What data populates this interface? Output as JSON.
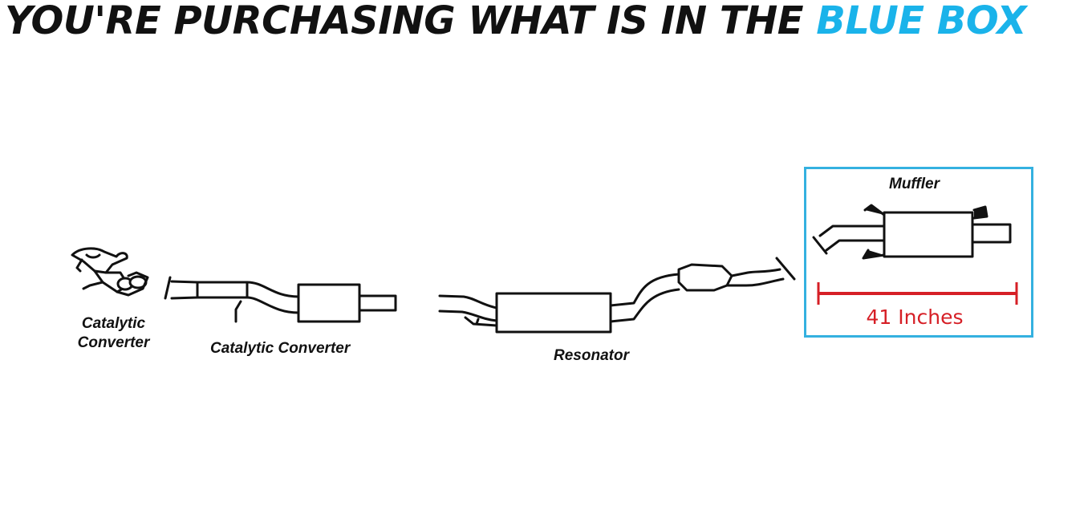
{
  "header": {
    "text_main": "YOU'RE PURCHASING WHAT IS IN THE ",
    "text_accent": "BLUE BOX"
  },
  "labels": {
    "cat_converter_1_line1": "Catalytic",
    "cat_converter_1_line2": "Converter",
    "cat_converter_2": "Catalytic Converter",
    "resonator": "Resonator",
    "muffler": "Muffler"
  },
  "measurement": {
    "label": "41 Inches"
  },
  "colors": {
    "accent_text": "#1ab3ea",
    "box_border": "#34b1e0",
    "measurement_red": "#d61f26"
  }
}
